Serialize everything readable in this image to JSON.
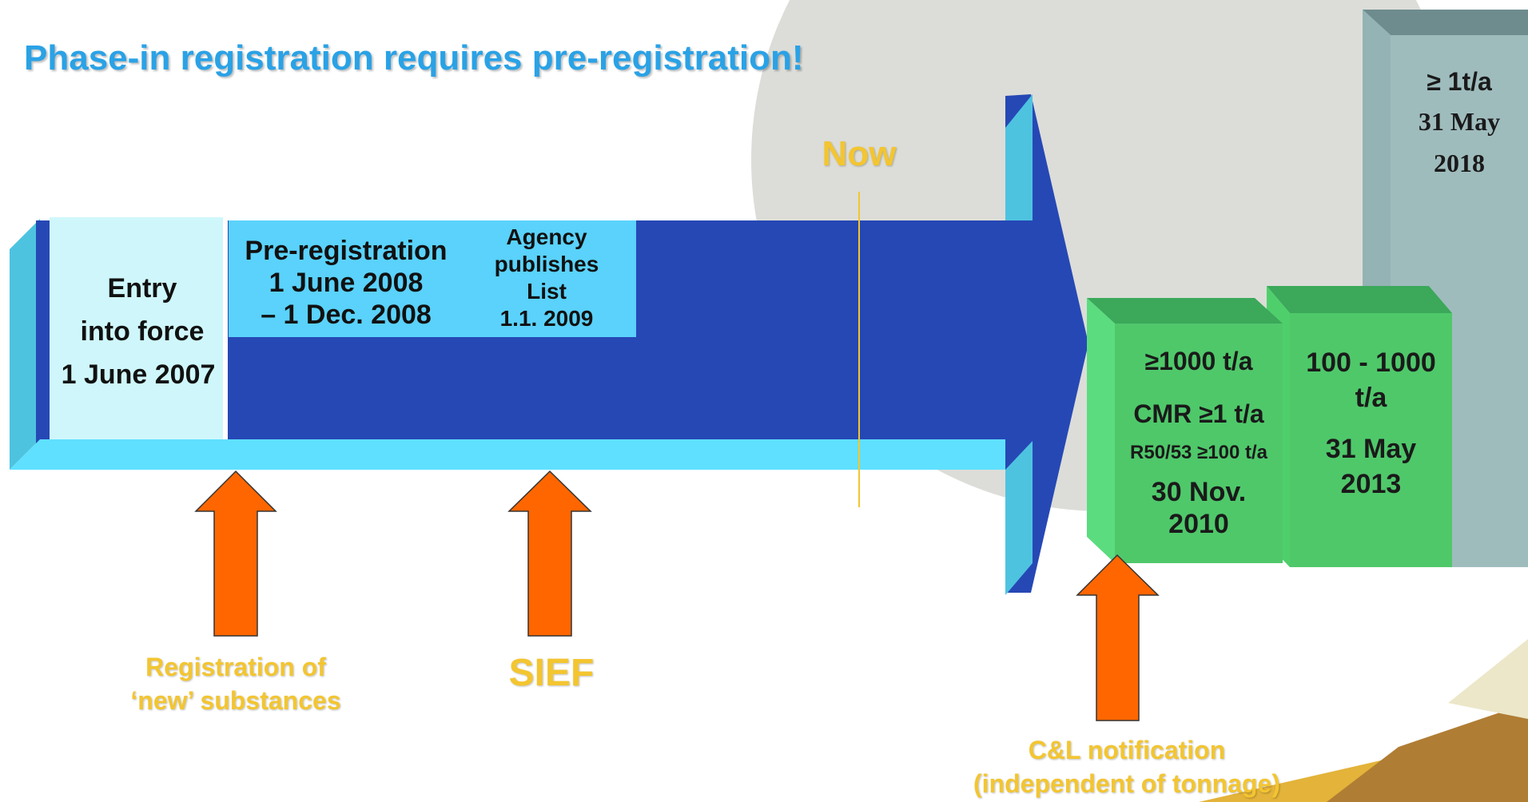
{
  "title": "Phase-in registration requires pre-registration!",
  "now_label": "Now",
  "entry": {
    "line1": "Entry",
    "line2": "into force",
    "line3": "1 June 2007"
  },
  "prereg": {
    "line1": "Pre-registration",
    "line2": "1 June 2008",
    "line3": "– 1 Dec. 2008"
  },
  "agency": {
    "line1": "Agency",
    "line2": "publishes",
    "line3": "List",
    "line4": "1.1. 2009"
  },
  "deadline1": {
    "line1": "≥1000 t/a",
    "line2": "CMR ≥1 t/a",
    "line3": "R50/53 ≥100 t/a",
    "line4": "30 Nov.",
    "line5": "2010"
  },
  "deadline2": {
    "line1": "100 - 1000",
    "line2": "t/a",
    "line3": "31 May",
    "line4": "2013"
  },
  "deadline3": {
    "line1": "≥ 1t/a",
    "line2": "31 May",
    "line3": "2018"
  },
  "arrows": {
    "new_substances_line1": "Registration of",
    "new_substances_line2": "‘new’ substances",
    "sief": "SIEF",
    "cl_line1": "C&L notification",
    "cl_line2": "(independent of tonnage)"
  },
  "colors": {
    "title": "#2aa2e6",
    "timeline_arrow": "#2648b5",
    "orange_arrow": "#ff6600",
    "label_yellow": "#f3c530",
    "green_box": "#4fcf6c",
    "grey_box": "#9fbcbd"
  }
}
